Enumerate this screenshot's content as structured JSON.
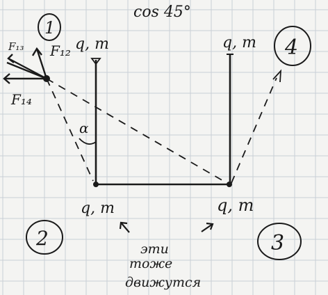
{
  "diagram": {
    "top_text": "cos 45°",
    "charges": [
      {
        "id": 1,
        "label": "q, m",
        "circle_label": "1"
      },
      {
        "id": 2,
        "label": "q, m",
        "circle_label": "2"
      },
      {
        "id": 3,
        "label": "q, m",
        "circle_label": "3"
      },
      {
        "id": 4,
        "label": "q, m",
        "circle_label": "4"
      }
    ],
    "forces": {
      "f12": "F₁₂",
      "f13": "F₁₃",
      "f14": "F₁₄"
    },
    "angle_label": "α",
    "note_lines": [
      "эти",
      "тоже",
      "движутся"
    ]
  },
  "colors": {
    "ink": "#1a1a1a",
    "grid": "#c9cfd6"
  }
}
